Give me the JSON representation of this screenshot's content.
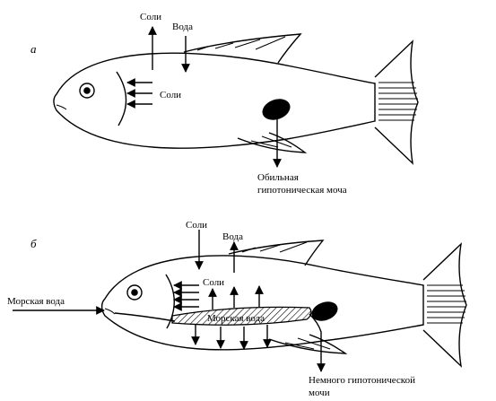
{
  "panel_a": {
    "marker": "а",
    "labels": {
      "salts_out": "Соли",
      "water_in": "Вода",
      "salts_gills": "Соли",
      "urine_line1": "Обильная",
      "urine_line2": "гипотоническая моча"
    }
  },
  "panel_b": {
    "marker": "б",
    "labels": {
      "salts_in": "Соли",
      "water_out": "Вода",
      "sea_water_in": "Морская вода",
      "salts_gills": "Соли",
      "gut_content": "Морская вода",
      "urine_line1": "Немного гипотонической",
      "urine_line2": "мочи"
    }
  }
}
